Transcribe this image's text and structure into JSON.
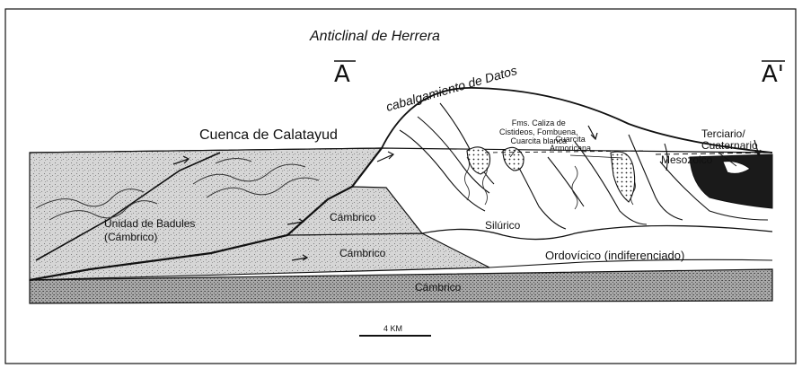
{
  "title": "Anticlinal de Herrera",
  "section_start": "A",
  "section_end": "A'",
  "labels": {
    "basin": "Cuenca de Calatayud",
    "thrust": "cabalgamiento de Datos",
    "formations": "Fms. Caliza de\nCistideos, Fombuena,\nCuarcita blanca",
    "armoricana": "Cuarcita\nArmoricana",
    "terciario": "Terciario/\nCuaternario",
    "mesozoico": "Mesozoico",
    "badules": "Unidad de Badules\n(Cámbrico)",
    "cambrico_upper": "Cámbrico",
    "cambrico_middle": "Cámbrico",
    "cambrico_base": "Cámbrico",
    "silurico": "Silúrico",
    "ordovicico": "Ordovícico (indiferenciado)"
  },
  "scale_bar": "4 KM",
  "colors": {
    "stipple_light": "#c9c9c9",
    "stipple_dark": "#8f8f8f",
    "tertiary_fill": "#1a1a1a",
    "line": "#111111"
  }
}
